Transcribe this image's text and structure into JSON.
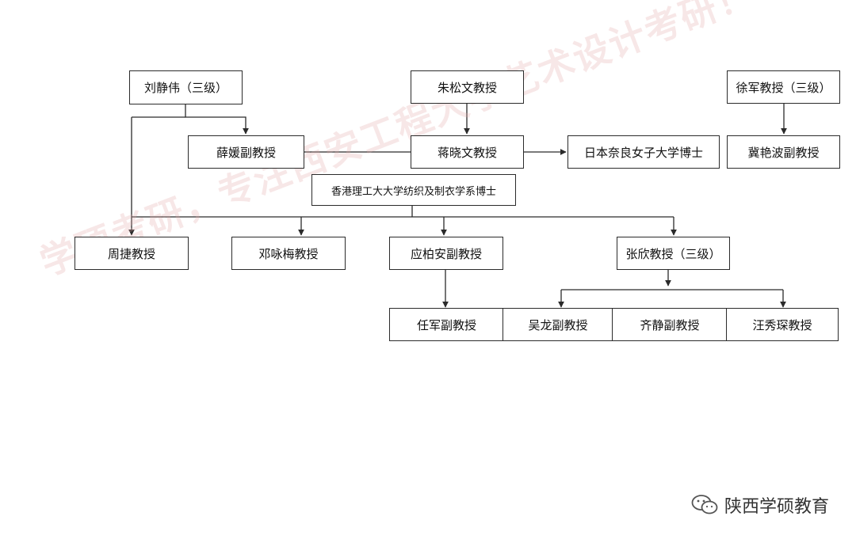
{
  "nodes": {
    "liu_jingwei": "刘静伟（三级）",
    "zhu_songwen": "朱松文教授",
    "xu_jun": "徐军教授（三级）",
    "xue_yuan": "薛媛副教授",
    "jiang_xiaowen": "蒋晓文教授",
    "nara_phd": "日本奈良女子大学博士",
    "ji_yanbo": "冀艳波副教授",
    "hk_polyu_phd": "香港理工大大学纺织及制衣学系博士",
    "zhou_jie": "周捷教授",
    "deng_yongmei": "邓咏梅教授",
    "ying_boan": "应柏安副教授",
    "zhang_xin": "张欣教授（三级）",
    "ren_jun": "任军副教授",
    "wu_long": "吴龙副教授",
    "qi_jing": "齐静副教授",
    "wang_xiushen": "汪秀琛教授"
  },
  "watermark": "学硕考研，专注西安工程大学艺术设计考研！",
  "brand": {
    "name": "陕西学硕教育",
    "icon": "wechat-icon"
  },
  "colors": {
    "line": "#2b2b2b",
    "watermark": "#e1aaaa"
  }
}
